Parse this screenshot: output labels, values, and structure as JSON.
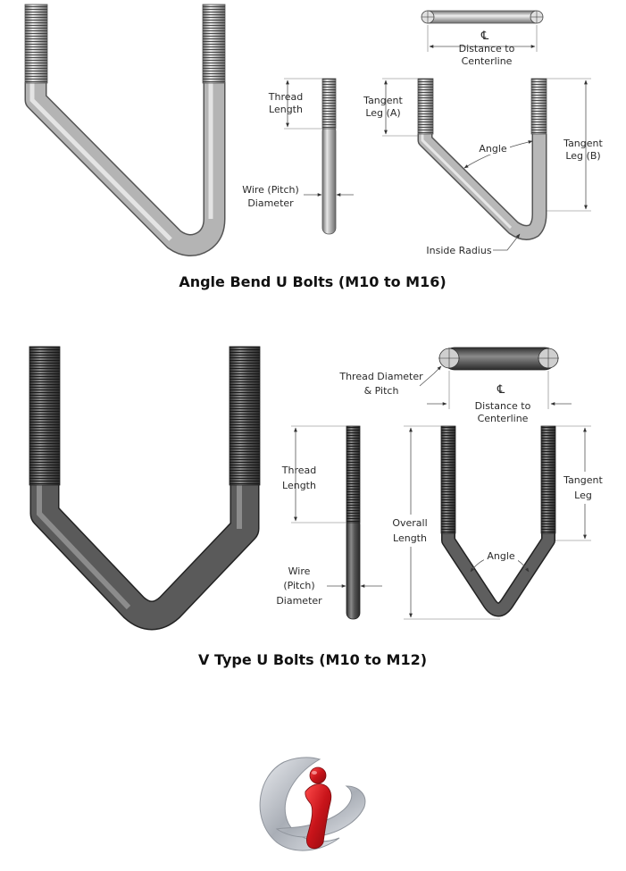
{
  "sections": [
    {
      "caption": "Angle Bend U Bolts (M10 to M16)",
      "labels": {
        "thread_length": [
          "Thread",
          "Length"
        ],
        "wire_diameter": [
          "Wire (Pitch)",
          "Diameter"
        ],
        "tangent_leg_a": [
          "Tangent",
          "Leg (A)"
        ],
        "tangent_leg_b": [
          "Tangent",
          "Leg (B)"
        ],
        "angle": "Angle",
        "inside_radius": "Inside Radius",
        "centerline_symbol": "℄",
        "distance_to_centerline": [
          "Distance to",
          "Centerline"
        ]
      }
    },
    {
      "caption": "V Type U Bolts (M10 to M12)",
      "labels": {
        "thread_diameter": [
          "Thread Diameter",
          "& Pitch"
        ],
        "centerline_symbol": "℄",
        "distance_to_centerline": [
          "Distance to",
          "Centerline"
        ],
        "thread_length": [
          "Thread",
          "Length"
        ],
        "wire_diameter": [
          "Wire",
          "(Pitch)",
          "Diameter"
        ],
        "overall_length": [
          "Overall",
          "Length"
        ],
        "tangent_leg": [
          "Tangent",
          "Leg"
        ],
        "angle": "Angle"
      }
    }
  ],
  "colors": {
    "light_bolt": "#a8a8a8",
    "dark_bolt": "#4a4a4a",
    "logo_silver": "#b8bcc4",
    "logo_red": "#d01c22"
  },
  "logo": {
    "icon": "company-logo-icon"
  }
}
